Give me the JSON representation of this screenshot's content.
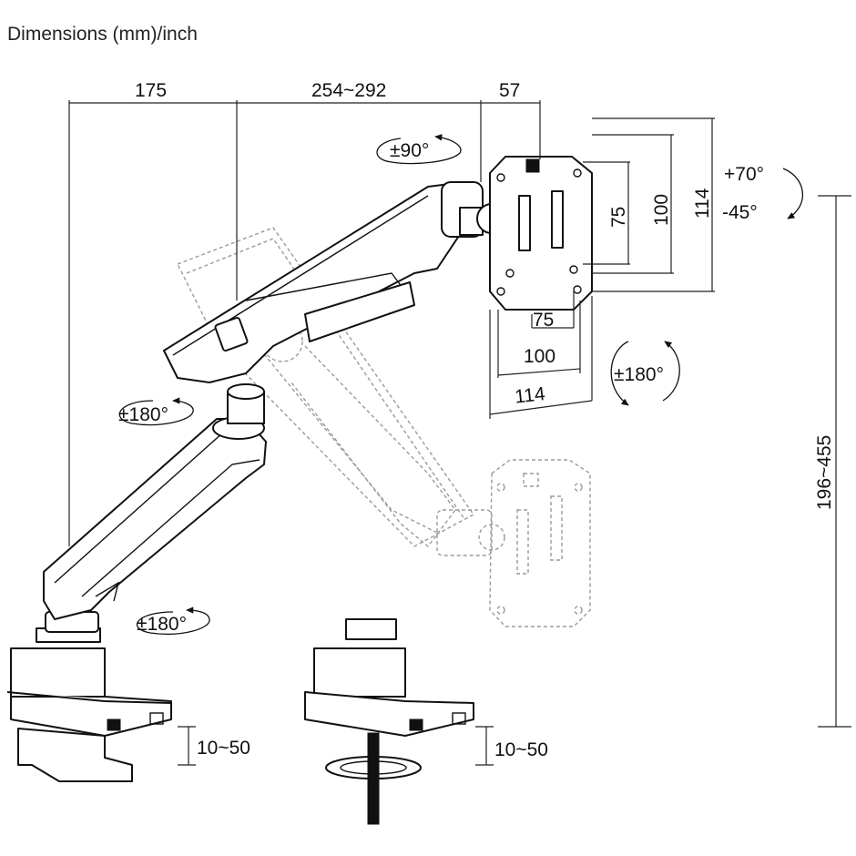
{
  "title": "Dimensions (mm)/inch",
  "dimensions": {
    "reach_base": "175",
    "reach_arm": "254~292",
    "depth": "57",
    "vesa_v_inner": "75",
    "vesa_v_mid": "100",
    "vesa_v_outer": "114",
    "vesa_h_inner": "75",
    "vesa_h_mid": "100",
    "vesa_h_outer": "114",
    "height_range": "196~455",
    "clamp_left": "10~50",
    "clamp_right": "10~50"
  },
  "rotations": {
    "swivel_top": "±90°",
    "tilt_up": "+70°",
    "tilt_down": "-45°",
    "rotate_screen": "±180°",
    "joint_mid": "±180°",
    "joint_base": "±180°"
  }
}
